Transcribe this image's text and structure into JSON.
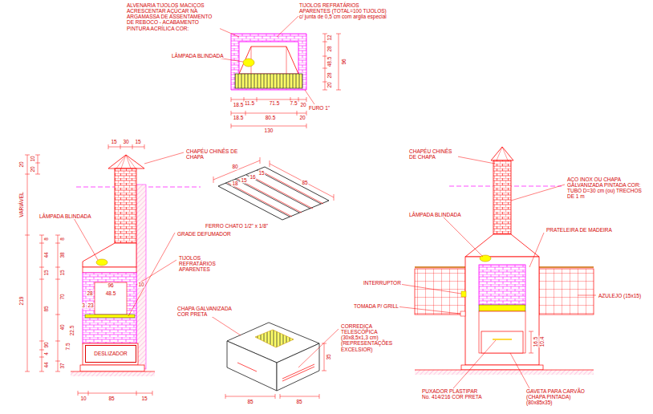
{
  "diagram": {
    "nodes": [
      {
        "text": [
          "DESLIZADOR"
        ]
      }
    ],
    "labels": [
      "ALVENARIA TIJOLOS MACIÇOS ACRESCENTAR AÇÚCAR NA ARGAMASSA DE ASSENTAMENTO DE REBOCO - ACABAMENTO PINTURA ACRÍLICA COR:",
      "TIJOLOS REFRATÁRIOS APARENTES (TOTAL=100 TIJOLOS) c/ junta de 0,5 cm com argila especial",
      "LÂMPADA BLINDADA",
      "12",
      "28",
      "48.5",
      "28",
      "20",
      "96",
      "11.5",
      "71.5",
      "7.5",
      "18.5",
      "20",
      "FURO 1\"",
      "18.5",
      "80.5",
      "20",
      "130",
      "15",
      "30",
      "15",
      "20",
      "10",
      "20",
      "VARIÁVEL",
      "CHAPÉU CHINÊS DE CHAPA",
      "LÂMPADA BLINDADA",
      "FERRO CHATO 1/2\" x 1/8\"",
      "GRADE DEFUMADOR",
      "TIJOLOS REFRATÁRIOS APARENTES",
      "8",
      "44",
      "15",
      "85",
      "219",
      "90",
      "4",
      "44",
      "8",
      "38",
      "15",
      "70",
      "3",
      "23",
      "40",
      "22.5",
      "7.5",
      "37",
      "28",
      "48.5",
      "96",
      "10",
      "10",
      "85",
      "15",
      "80",
      "18",
      "15",
      "16",
      "15",
      "85",
      "CHAPA GALVANIZADA COR PRETA",
      "CORREDIÇA TELESCÓPICA (30x8,5x1,3 cm) (REPRESENTAÇÕES EXCELSIOR)",
      "35",
      "85",
      "85",
      "CHAPÉU CHINÊS DE CHAPA",
      "AÇO INOX OU CHAPA GALVANIZADA PINTADA COR: TUBO D=30 cm (ou) TRECHOS DE 1 m",
      "LÂMPADA BLINDADA",
      "PRATELEIRA DE MADEIRA",
      "INTERRUPTOR",
      "TOMADA P/ GRILL",
      "AZULEJO (15x15)",
      "PUXADOR PLASTIPAR No. 414/216 COR PRETA",
      "GAVETA PARA CARVÃO (CHAPA PINTADA) (80x85x35)",
      "16.5",
      "10.4"
    ]
  }
}
